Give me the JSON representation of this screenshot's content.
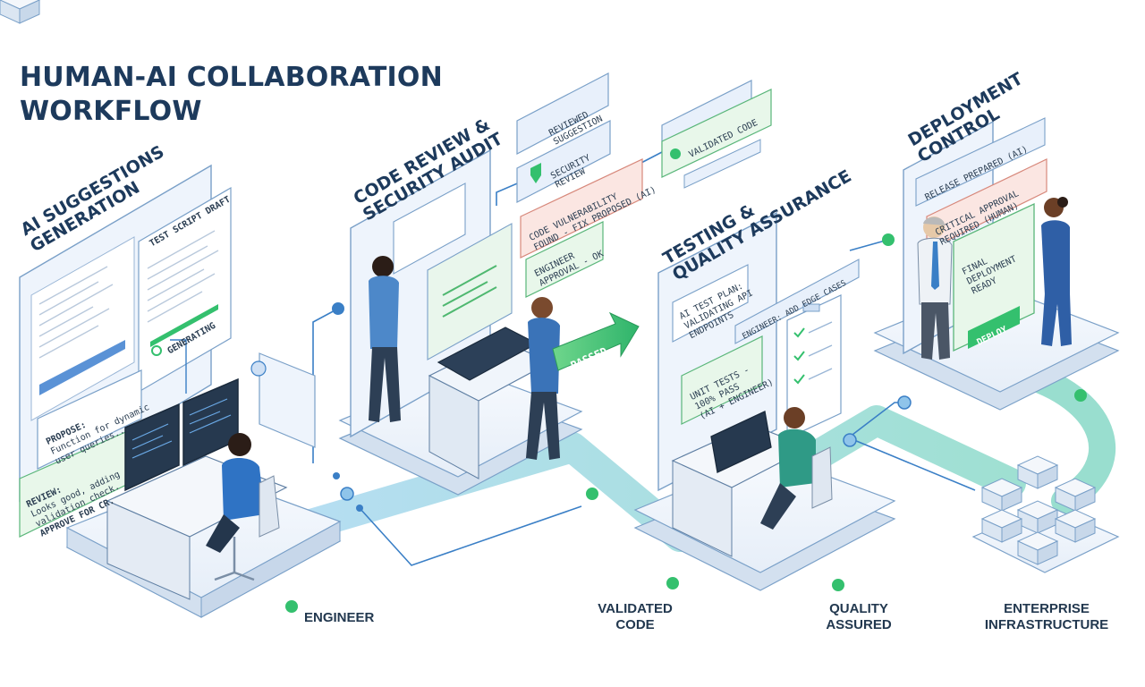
{
  "title": {
    "line1": "HUMAN-AI COLLABORATION",
    "line2": "WORKFLOW"
  },
  "stages": {
    "ai": {
      "line1": "AI SUGGESTIONS",
      "line2": "GENERATION"
    },
    "review": {
      "line1": "CODE REVIEW &",
      "line2": "SECURITY AUDIT"
    },
    "testing": {
      "line1": "TESTING &",
      "line2": "QUALITY ASSURANCE"
    },
    "deploy": {
      "line1": "DEPLOYMENT",
      "line2": "CONTROL"
    }
  },
  "ai_panel": {
    "draft_title": "TEST SCRIPT DRAFT",
    "generating": "GENERATING",
    "propose_head": "PROPOSE:",
    "propose_l1": "Function for dynamic",
    "propose_l2": "user queries...",
    "review_head": "REVIEW:",
    "review_l1": "Looks good, adding",
    "review_l2": "validation check.",
    "review_l3": "APPROVE FOR CR."
  },
  "review_panel": {
    "reviewed_l1": "REVIEWED",
    "reviewed_l2": "SUGGESTION",
    "security_l1": "SECURITY",
    "security_l2": "REVIEW",
    "vuln_l1": "CODE VULNERABILITY",
    "vuln_l2": "FOUND - FIX PROPOSED (AI)",
    "approval_l1": "ENGINEER",
    "approval_l2": "APPROVAL - OK",
    "validated": "VALIDATED CODE",
    "passed": "PASSED"
  },
  "testing_panel": {
    "plan_l1": "AI TEST PLAN:",
    "plan_l2": "VALIDATING API",
    "plan_l3": "ENDPOINTS",
    "edge": "ENGINEER: ADD EDGE CASES",
    "unit_l1": "UNIT TESTS -",
    "unit_l2": "100% PASS",
    "unit_l3": "(AI + ENGINEER)"
  },
  "deploy_panel": {
    "release": "RELEASE PREPARED (AI)",
    "critical_l1": "CRITICAL APPROVAL",
    "critical_l2": "REQUIRED (HUMAN)",
    "final_l1": "FINAL",
    "final_l2": "DEPLOYMENT",
    "final_l3": "READY",
    "deploy_button": "DEPLOY"
  },
  "bottom_labels": {
    "engineer": "ENGINEER",
    "validated_l1": "VALIDATED",
    "validated_l2": "CODE",
    "quality_l1": "QUALITY",
    "quality_l2": "ASSURED",
    "enterprise_l1": "ENTERPRISE",
    "enterprise_l2": "INFRASTRUCTURE"
  },
  "colors": {
    "navy": "#1d3a5c",
    "accent_green": "#2fb46b",
    "flow_teal": "#7fd3c9",
    "flow_blue": "#8fc4ea",
    "alert_red": "#f3c7c0",
    "panel_blue": "#e8f0fb",
    "node_blue": "#3a7fc6",
    "node_green": "#34c06e"
  }
}
